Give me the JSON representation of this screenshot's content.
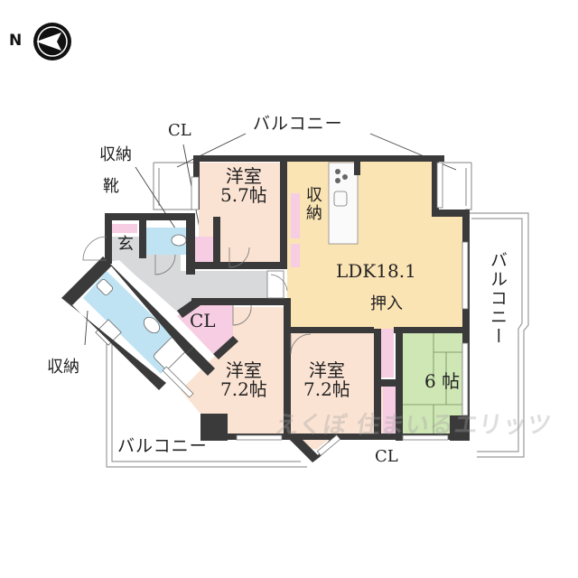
{
  "compass": {
    "label": "N",
    "direction": "west-pointing arrow",
    "icon": "compass-arrow-icon"
  },
  "colors": {
    "wall": "#3a3a3a",
    "western_room": "#fbe3d3",
    "ldk": "#fbe4b4",
    "wet_area": "#bfe3f3",
    "closet": "#f6cde2",
    "hall": "#d8d9db",
    "tatami": "#cfe7b5",
    "balcony_line": "#9a9a9a"
  },
  "rooms": {
    "western_a": {
      "label_line1": "洋室",
      "label_line2": "5.7帖"
    },
    "ldk": {
      "label": "LDK18.1"
    },
    "western_b": {
      "label_line1": "洋室",
      "label_line2": "7.2帖"
    },
    "western_c": {
      "label_line1": "洋室",
      "label_line2": "7.2帖"
    },
    "japanese": {
      "label": "6 帖"
    },
    "entrance": {
      "label": "玄"
    },
    "cl_center": {
      "label": "CL"
    }
  },
  "annotations": {
    "cl_top": "CL",
    "cl_bottom": "CL",
    "storage_top": "収納",
    "shoes": "靴",
    "storage_ldk": "収納",
    "storage_left": "収納",
    "oshiire": "押入"
  },
  "balconies": {
    "top": "バルコニー",
    "right": "バルコニー",
    "bottom": "バルコニー"
  },
  "watermark": "えくぼ 住まいるエリッツ"
}
